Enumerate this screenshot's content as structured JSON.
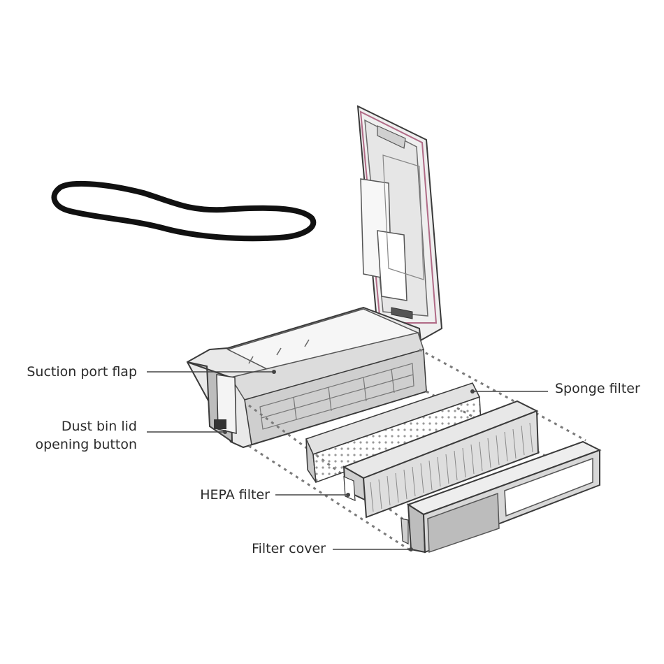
{
  "labels": {
    "suction_port_flap": "Suction port flap",
    "dust_bin_lid_opening_button_line1": "Dust bin lid",
    "dust_bin_lid_opening_button_line2": "opening button",
    "hepa_filter": "HEPA filter",
    "filter_cover": "Filter cover",
    "sponge_filter": "Sponge filter"
  },
  "colors": {
    "outline": "#3a3a3a",
    "body_light": "#f2f2f2",
    "body_mid": "#d9d9d9",
    "body_dark": "#a9a9a9",
    "gasket": "#111111",
    "lid_trim": "#b06a86",
    "leader": "#444444",
    "dash": "#7a7a7a"
  }
}
